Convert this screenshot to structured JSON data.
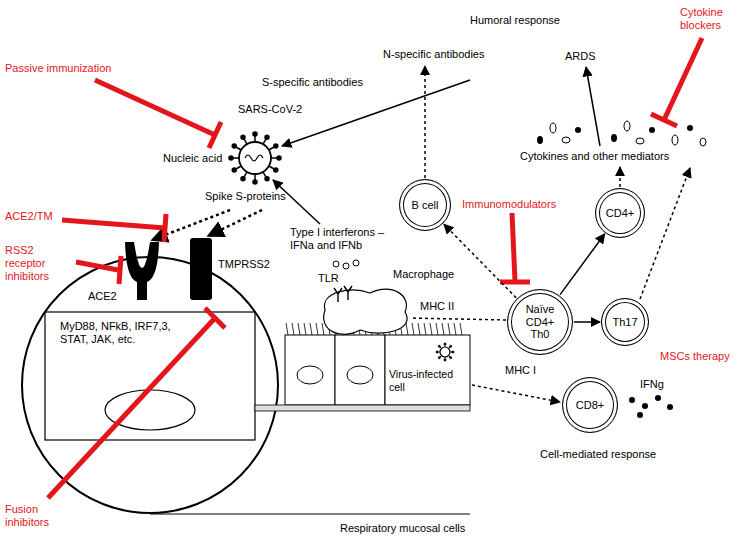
{
  "diagram": {
    "nodes": [
      {
        "text": [
          "B cell"
        ]
      },
      {
        "text": [
          "CD4+"
        ]
      },
      {
        "text": [
          "Naïve CD4+ Th0"
        ]
      },
      {
        "text": [
          "Th17"
        ]
      },
      {
        "text": [
          "CD8+"
        ]
      }
    ],
    "edges": [
      {
        "from": 2,
        "to": 0,
        "arrow": "to"
      },
      {
        "from": 2,
        "to": 1,
        "arrow": "to"
      },
      {
        "from": 2,
        "to": 3,
        "arrow": "to"
      }
    ],
    "labels": [
      "Passive immunization",
      "ACE2/TM",
      "RSS2 receptor inhibitors",
      "Fusion inhibitors",
      "Immunomodulators",
      "Cytokine blockers",
      "MSCs therapy",
      "Humoral response",
      "S-specific antibodies",
      "N-specific antibodies",
      "ARDS",
      "Cytokines and other mediators",
      "SARS-CoV-2",
      "Nucleic acid",
      "Spike S-proteins",
      "Type I interferons – IFNa and IFNb",
      "TLR",
      "Macrophage",
      "MHC II",
      "ACE2",
      "TMPRSS2",
      "MyD88, NFkB, IRF7,3, STAT, JAK, etc.",
      "Virus-infected cell",
      "MHC I",
      "IFNg",
      "Cell-mediated response",
      "Respiratory mucosal cells"
    ]
  }
}
